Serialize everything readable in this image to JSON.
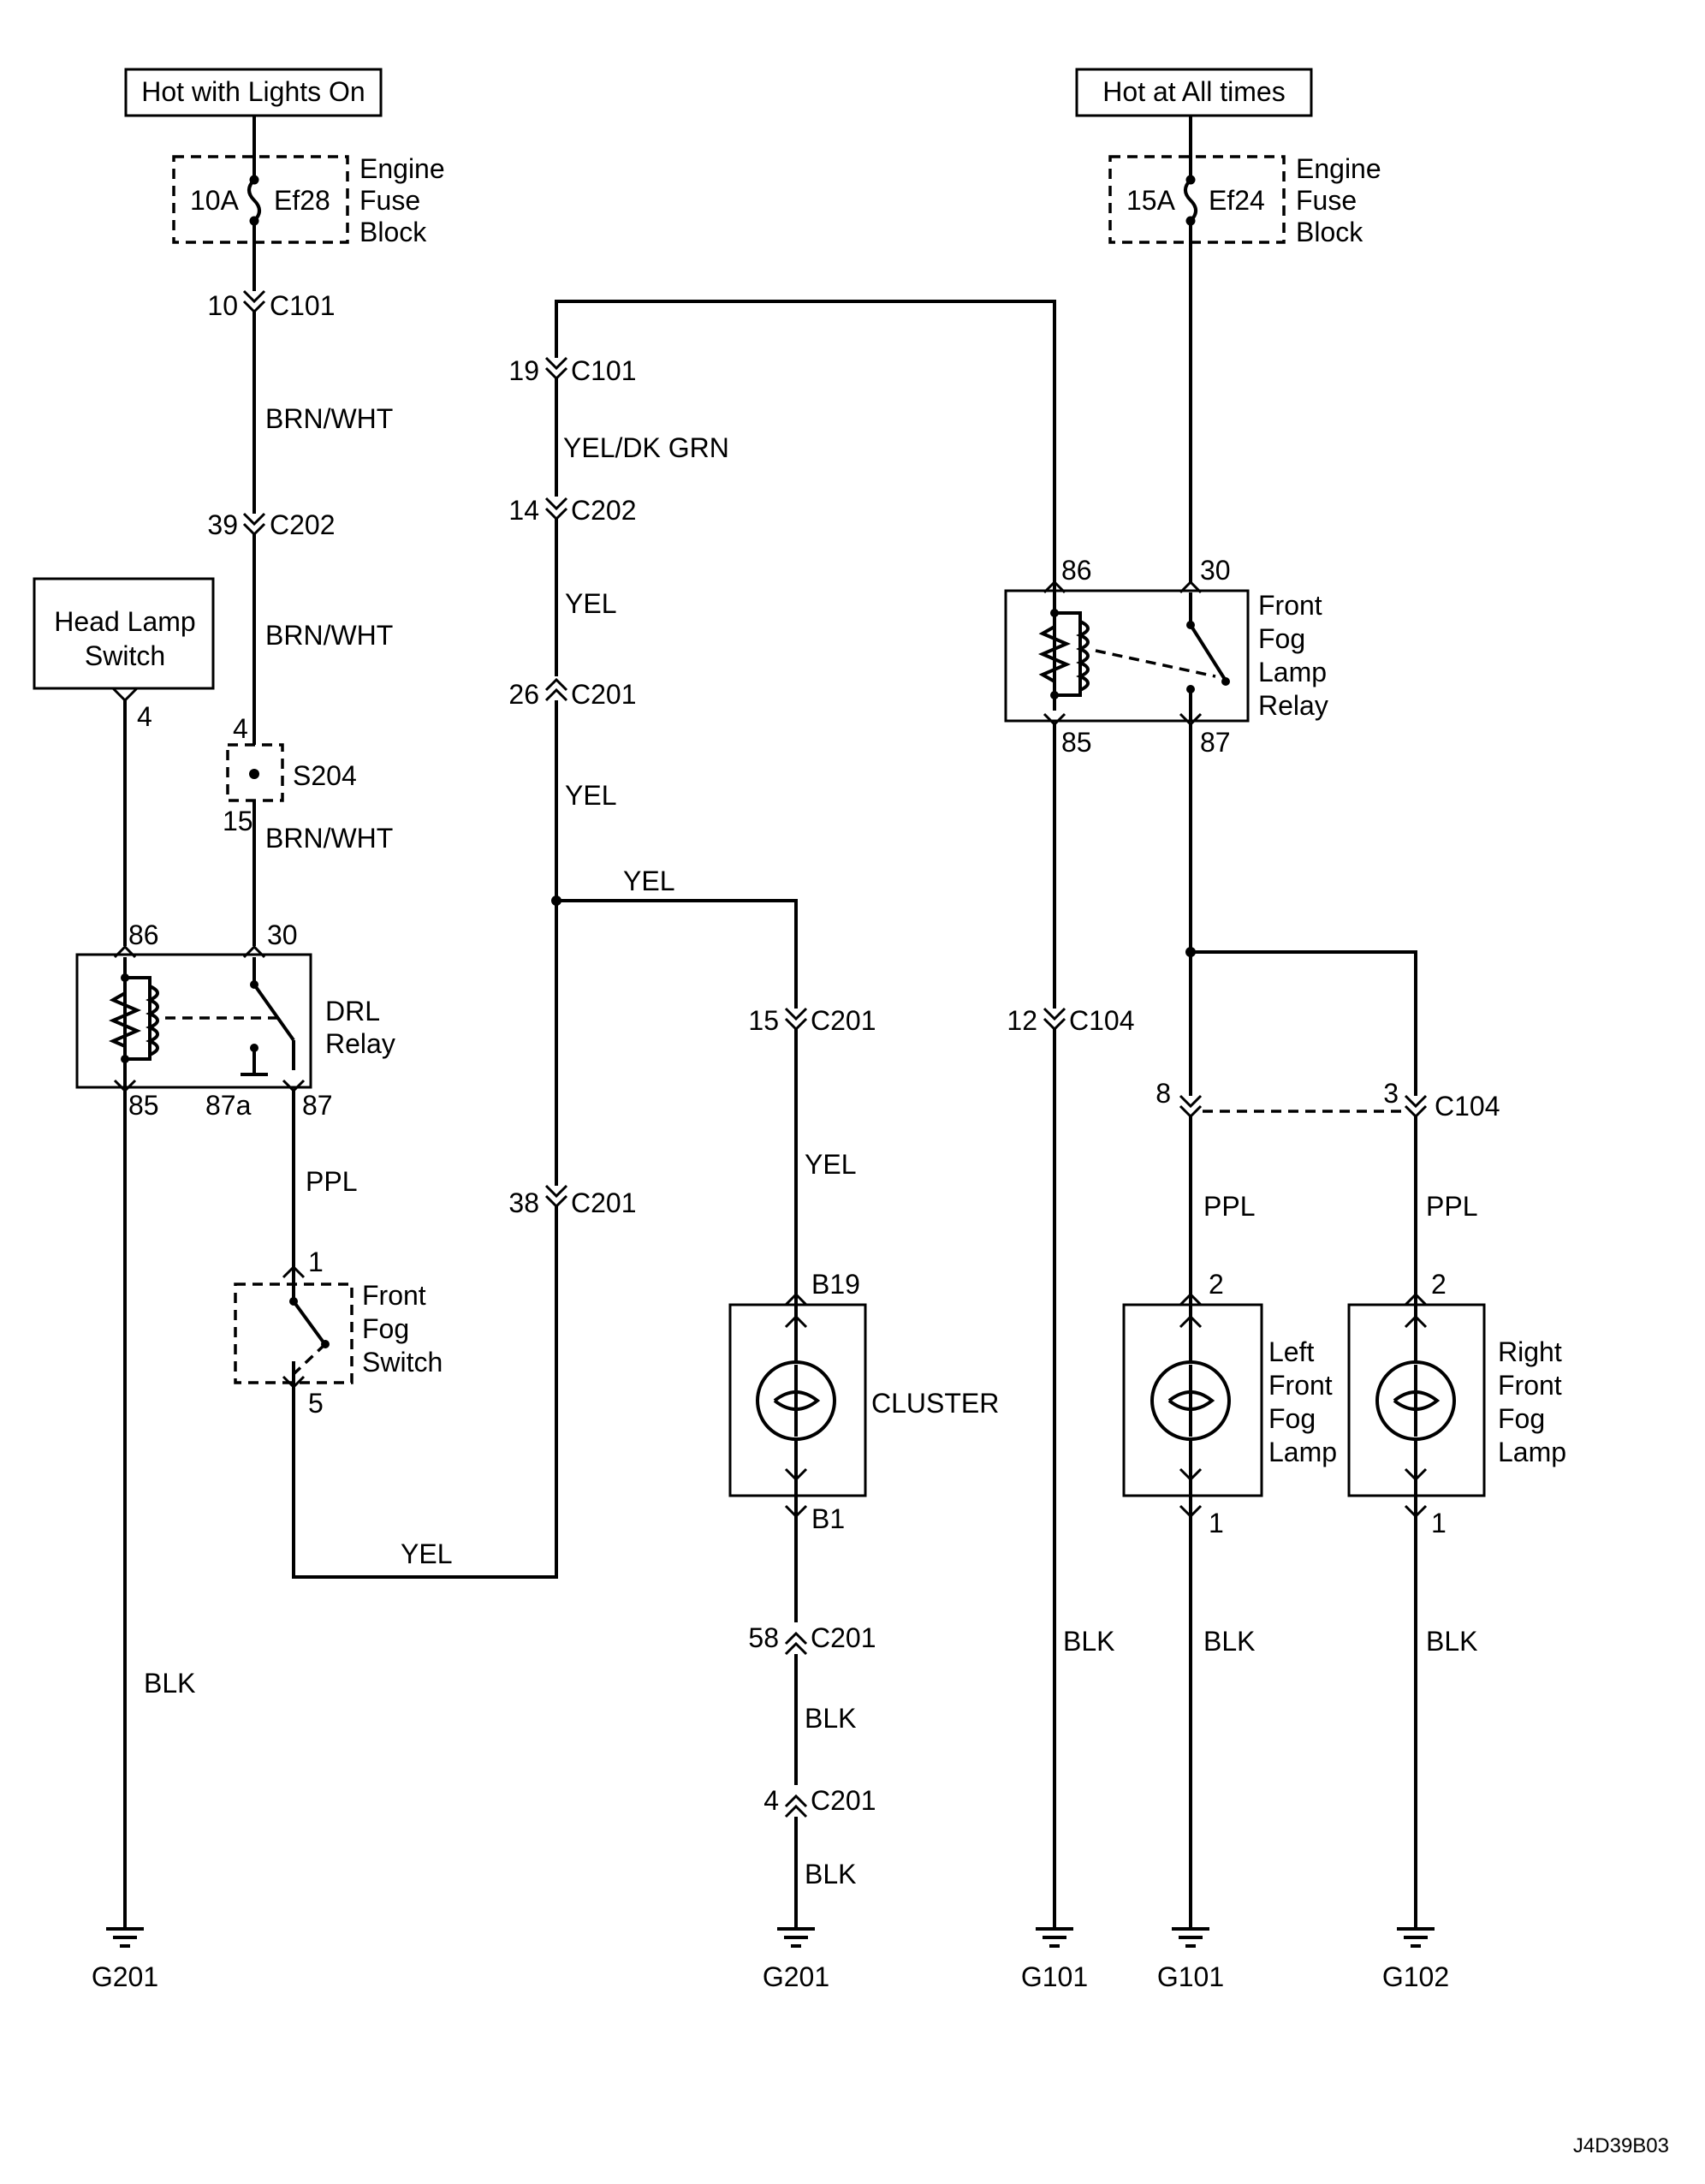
{
  "sources": {
    "lights_on": "Hot with Lights On",
    "all_times": "Hot at All times"
  },
  "fuses": {
    "ef28": {
      "rating": "10A",
      "id": "Ef28",
      "block": [
        "Engine",
        "Fuse",
        "Block"
      ]
    },
    "ef24": {
      "rating": "15A",
      "id": "Ef24",
      "block": [
        "Engine",
        "Fuse",
        "Block"
      ]
    }
  },
  "connectors": {
    "c101_10": {
      "pin": "10",
      "name": "C101"
    },
    "c202_39": {
      "pin": "39",
      "name": "C202"
    },
    "c101_19": {
      "pin": "19",
      "name": "C101"
    },
    "c202_14": {
      "pin": "14",
      "name": "C202"
    },
    "c201_26": {
      "pin": "26",
      "name": "C201"
    },
    "c201_15": {
      "pin": "15",
      "name": "C201"
    },
    "c104_12": {
      "pin": "12",
      "name": "C104"
    },
    "c104_8": {
      "pin": "8"
    },
    "c104_3": {
      "pin": "3",
      "name": "C104"
    },
    "c201_38": {
      "pin": "38",
      "name": "C201"
    },
    "c201_58": {
      "pin": "58",
      "name": "C201"
    },
    "c201_4": {
      "pin": "4",
      "name": "C201"
    }
  },
  "wires": {
    "brn_wht": "BRN/WHT",
    "yel_dk_grn": "YEL/DK GRN",
    "yel": "YEL",
    "ppl": "PPL",
    "blk": "BLK"
  },
  "components": {
    "head_lamp_switch": [
      "Head Lamp",
      "Switch"
    ],
    "head_lamp_switch_pin": "4",
    "splice": {
      "id": "S204",
      "pin_top": "4",
      "pin_bottom": "15"
    },
    "drl_relay": {
      "label": [
        "DRL",
        "Relay"
      ],
      "pins": {
        "p86": "86",
        "p30": "30",
        "p85": "85",
        "p87a": "87a",
        "p87": "87"
      }
    },
    "front_fog_switch": {
      "label": [
        "Front",
        "Fog",
        "Switch"
      ],
      "pin_top": "1",
      "pin_bottom": "5"
    },
    "fog_relay": {
      "label": [
        "Front",
        "Fog",
        "Lamp",
        "Relay"
      ],
      "pins": {
        "p86": "86",
        "p30": "30",
        "p85": "85",
        "p87": "87"
      }
    },
    "cluster": {
      "label": "CLUSTER",
      "pin_top": "B19",
      "pin_bottom": "B1"
    },
    "left_lamp": {
      "label": [
        "Left",
        "Front",
        "Fog",
        "Lamp"
      ],
      "pin_top": "2",
      "pin_bottom": "1"
    },
    "right_lamp": {
      "label": [
        "Right",
        "Front",
        "Fog",
        "Lamp"
      ],
      "pin_top": "2",
      "pin_bottom": "1"
    }
  },
  "grounds": {
    "g201_a": "G201",
    "g201_b": "G201",
    "g101_a": "G101",
    "g101_b": "G101",
    "g102": "G102"
  },
  "figure_code": "J4D39B03"
}
